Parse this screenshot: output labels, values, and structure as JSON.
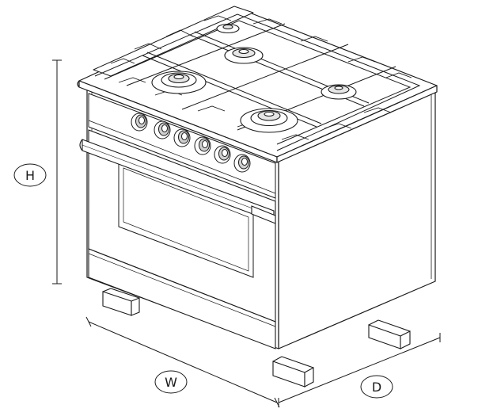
{
  "diagram": {
    "subject": "freestanding-range-cooker",
    "burners": 5,
    "control_knobs": 6,
    "dimensions": {
      "height": {
        "label": "H"
      },
      "width": {
        "label": "W"
      },
      "depth": {
        "label": "D"
      }
    }
  },
  "colors": {
    "line": "#1a1a1a",
    "shade": "#d9d9d9",
    "background": "#ffffff"
  }
}
